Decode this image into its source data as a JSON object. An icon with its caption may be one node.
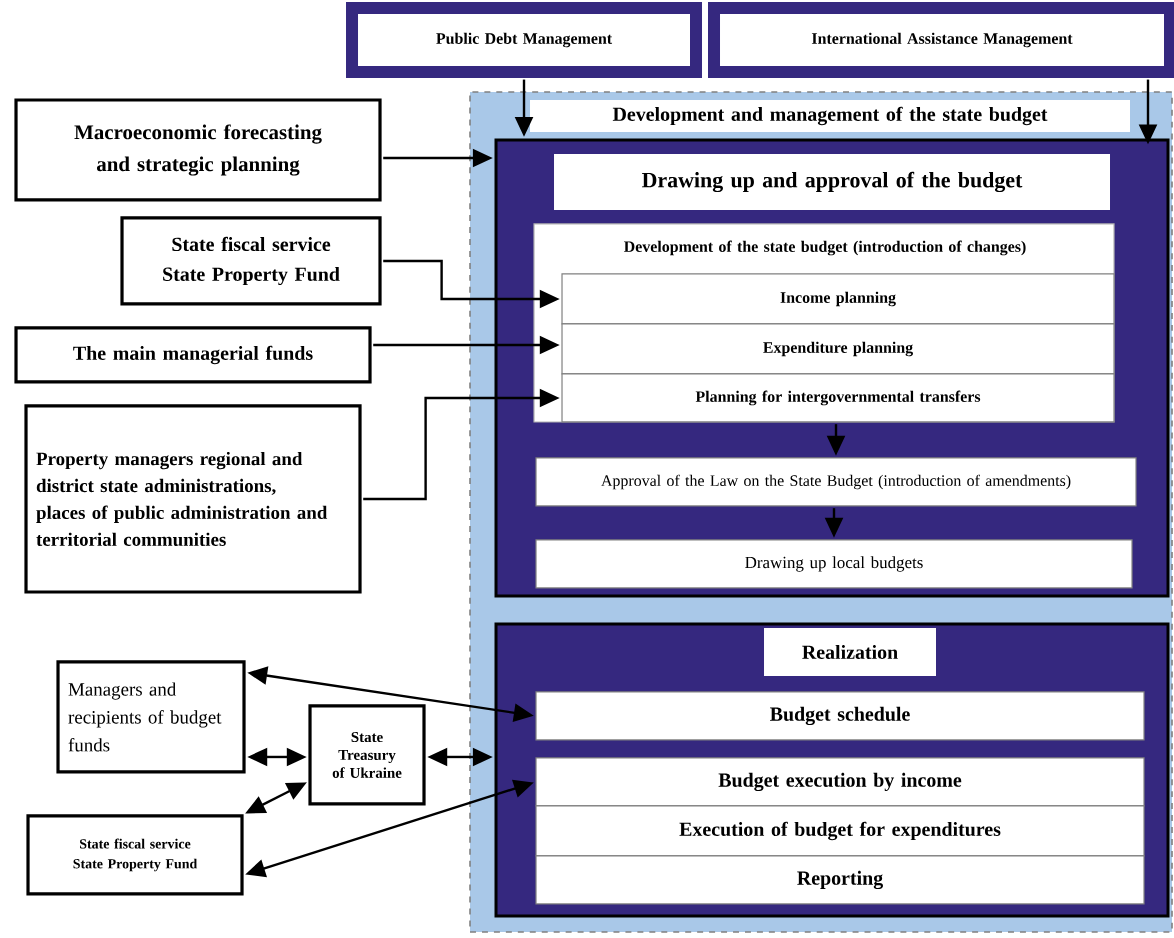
{
  "diagram": {
    "nodes": [
      {
        "text": [
          "Public Debt Management"
        ]
      },
      {
        "text": [
          "International Assistance Management"
        ]
      },
      {
        "text": [
          "Development and management of the state budget"
        ]
      },
      {
        "text": [
          "Drawing up and approval of the budget"
        ],
        "in": 2
      },
      {
        "text": [
          "Development of the state budget (introduction of changes)"
        ],
        "in": 3
      },
      {
        "text": [
          "Income planning"
        ],
        "in": 4
      },
      {
        "text": [
          "Expenditure planning"
        ],
        "in": 4
      },
      {
        "text": [
          "Planning for intergovernmental transfers"
        ],
        "in": 4
      },
      {
        "text": [
          "Approval of the Law on the State Budget (introduction of amendments)"
        ],
        "in": 3
      },
      {
        "text": [
          "Drawing up local budgets"
        ],
        "in": 3
      },
      {
        "text": [
          "Realization"
        ],
        "in": 2
      },
      {
        "text": [
          "Budget schedule"
        ],
        "in": 10
      },
      {
        "text": [
          "Budget execution by income"
        ],
        "in": 10
      },
      {
        "text": [
          "Execution of budget for expenditures"
        ],
        "in": 10
      },
      {
        "text": [
          "Reporting"
        ],
        "in": 10
      },
      {
        "text": [
          "Macroeconomic forecasting and strategic planning"
        ]
      },
      {
        "text": [
          "State fiscal service State Property Fund"
        ]
      },
      {
        "text": [
          "The main managerial funds"
        ]
      },
      {
        "text": [
          "Property managers regional and district state administrations, places of public administration and territorial communities"
        ]
      },
      {
        "text": [
          "Managers and recipients of budget funds"
        ]
      },
      {
        "text": [
          "State Treasury of Ukraine"
        ]
      },
      {
        "text": [
          "State fiscal service State Property Fund"
        ]
      }
    ],
    "edges": [
      {
        "from": 0,
        "to": 3,
        "arrow": "to"
      },
      {
        "from": 1,
        "to": 3,
        "arrow": "to"
      },
      {
        "from": 15,
        "to": 3,
        "arrow": "to"
      },
      {
        "from": 16,
        "to": 5,
        "arrow": "to"
      },
      {
        "from": 17,
        "to": 6,
        "arrow": "to"
      },
      {
        "from": 18,
        "to": 7,
        "arrow": "to"
      },
      {
        "from": 4,
        "to": 8,
        "arrow": "to"
      },
      {
        "from": 8,
        "to": 9,
        "arrow": "to"
      },
      {
        "from": 19,
        "to": 11,
        "arrow": "both"
      },
      {
        "from": 19,
        "to": 20,
        "arrow": "both"
      },
      {
        "from": 20,
        "to": 10,
        "arrow": "both"
      },
      {
        "from": 20,
        "to": 21,
        "arrow": "both"
      },
      {
        "from": 12,
        "to": 21,
        "arrow": "both"
      }
    ]
  }
}
